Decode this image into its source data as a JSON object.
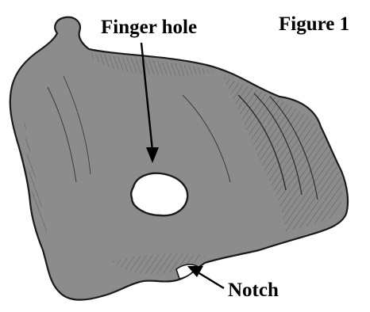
{
  "figure": {
    "number_label": "Figure 1"
  },
  "annotations": {
    "finger_hole": "Finger hole",
    "notch": "Notch"
  },
  "colors": {
    "object_fill": "#8c8c8c",
    "object_outline": "#1a1a1a",
    "hatching": "#505050",
    "hole_fill": "#ffffff",
    "text": "#000000",
    "background": "#ffffff"
  }
}
